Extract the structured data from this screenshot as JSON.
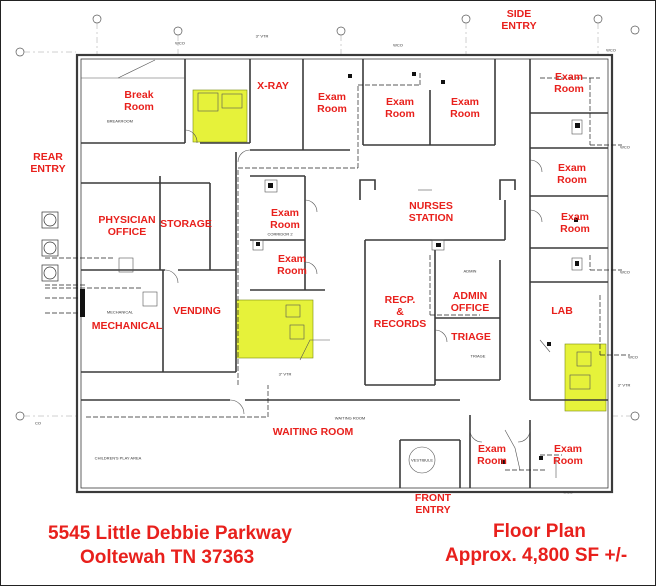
{
  "rooms": {
    "break_room": "Break\nRoom",
    "x_ray": "X-RAY",
    "exam_top_1": "Exam\nRoom",
    "exam_top_2": "Exam\nRoom",
    "exam_top_3": "Exam\nRoom",
    "exam_right_1": "Exam\nRoom",
    "exam_right_2": "Exam\nRoom",
    "exam_right_3": "Exam\nRoom",
    "exam_mid_1": "Exam\nRoom",
    "exam_mid_2": "Exam\nRoom",
    "physician_office": "PHYSICIAN\nOFFICE",
    "storage": "STORAGE",
    "nurses_station": "NURSES\nSTATION",
    "recp_records": "RECP.\n&\nRECORDS",
    "admin_office": "ADMIN\nOFFICE",
    "triage": "TRIAGE",
    "lab": "LAB",
    "mechanical": "MECHANICAL",
    "vending": "VENDING",
    "waiting_room": "WAITING ROOM",
    "exam_bottom_1": "Exam\nRoom",
    "exam_bottom_2": "Exam\nRoom"
  },
  "entries": {
    "side": "SIDE\nENTRY",
    "rear": "REAR\nENTRY",
    "front": "FRONT\nENTRY"
  },
  "footer": {
    "address_line1": "5545 Little Debbie Parkway",
    "address_line2": "Ooltewah TN 37363",
    "plan_title": "Floor Plan",
    "plan_area": "Approx. 4,800 SF +/-"
  },
  "drawing_tags": {
    "breakroom": "BREAKROOM",
    "corridor": "CORRIDOR 2",
    "mechanical": "MECHANICAL",
    "waiting": "WAITING ROOM",
    "childrens_play": "CHILDREN'S PLAY AREA",
    "vestibule": "VESTIBULE",
    "admin": "ADMIN",
    "triage": "TRIAGE",
    "vtr": "3\" VTR",
    "wco": "WCO",
    "co": "CO"
  },
  "colors": {
    "label": "#e8201c",
    "restroom_fill": "#e6f23a",
    "wall": "#3a3a3a"
  }
}
